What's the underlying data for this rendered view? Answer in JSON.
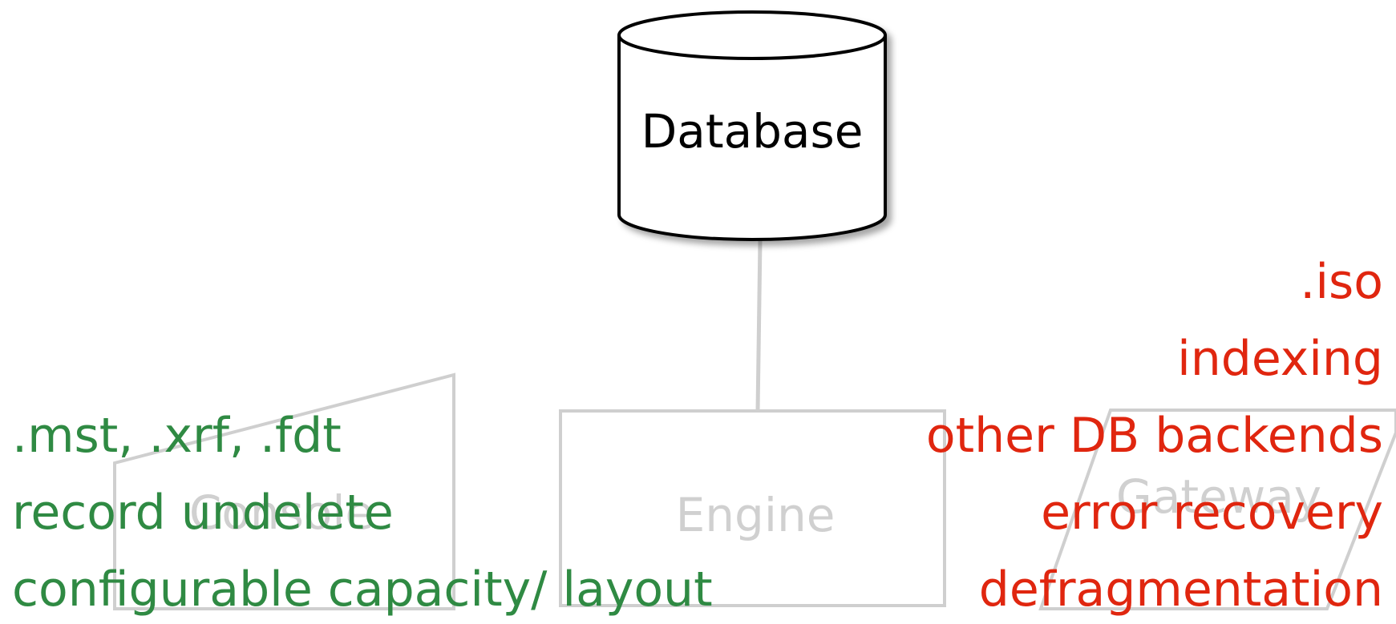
{
  "diagram": {
    "database_label": "Database",
    "nodes": {
      "console": "Console",
      "engine": "Engine",
      "gateway": "Gateway"
    },
    "colors": {
      "database_stroke": "#000000",
      "faded_shape": "#cfcfcf",
      "faded_text": "#d0d0d0",
      "green_text": "#2f8a43",
      "red_text": "#e0260f"
    },
    "green_features": [
      ".mst, .xrf, .fdt",
      "record undelete",
      "configurable capacity/ layout"
    ],
    "red_features": [
      ".iso",
      "indexing",
      "other DB backends",
      "error recovery",
      "defragmentation"
    ]
  }
}
